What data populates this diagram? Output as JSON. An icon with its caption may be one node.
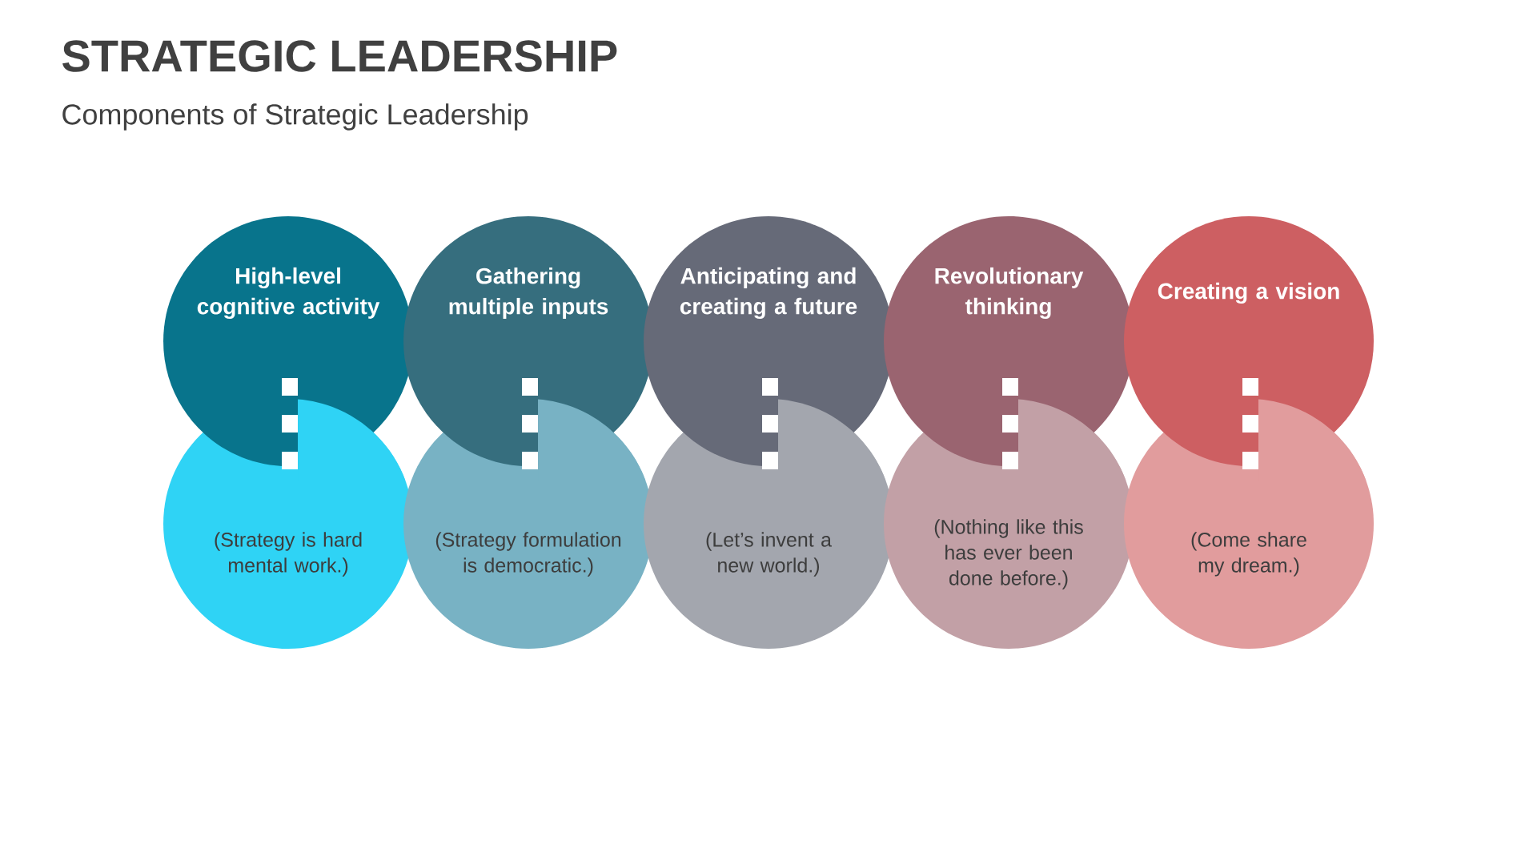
{
  "diagram": {
    "title": "STRATEGIC LEADERSHIP",
    "caption": "Components of Strategic Leadership",
    "nodes": [
      {
        "text": [
          "High-level cognitive activity"
        ]
      },
      {
        "text": [
          "Gathering multiple inputs"
        ]
      },
      {
        "text": [
          "Anticipating and creating a future"
        ]
      },
      {
        "text": [
          "Revolutionary thinking"
        ]
      },
      {
        "text": [
          "Creating a vision"
        ]
      },
      {
        "text": [
          "(Strategy is hard mental work.)"
        ]
      },
      {
        "text": [
          "(Strategy formulation is democratic.)"
        ]
      },
      {
        "text": [
          "(Let’s invent a new world.)"
        ]
      },
      {
        "text": [
          "(Nothing like this has ever been done before.)"
        ]
      },
      {
        "text": [
          "(Come share my dream.)"
        ]
      }
    ]
  }
}
